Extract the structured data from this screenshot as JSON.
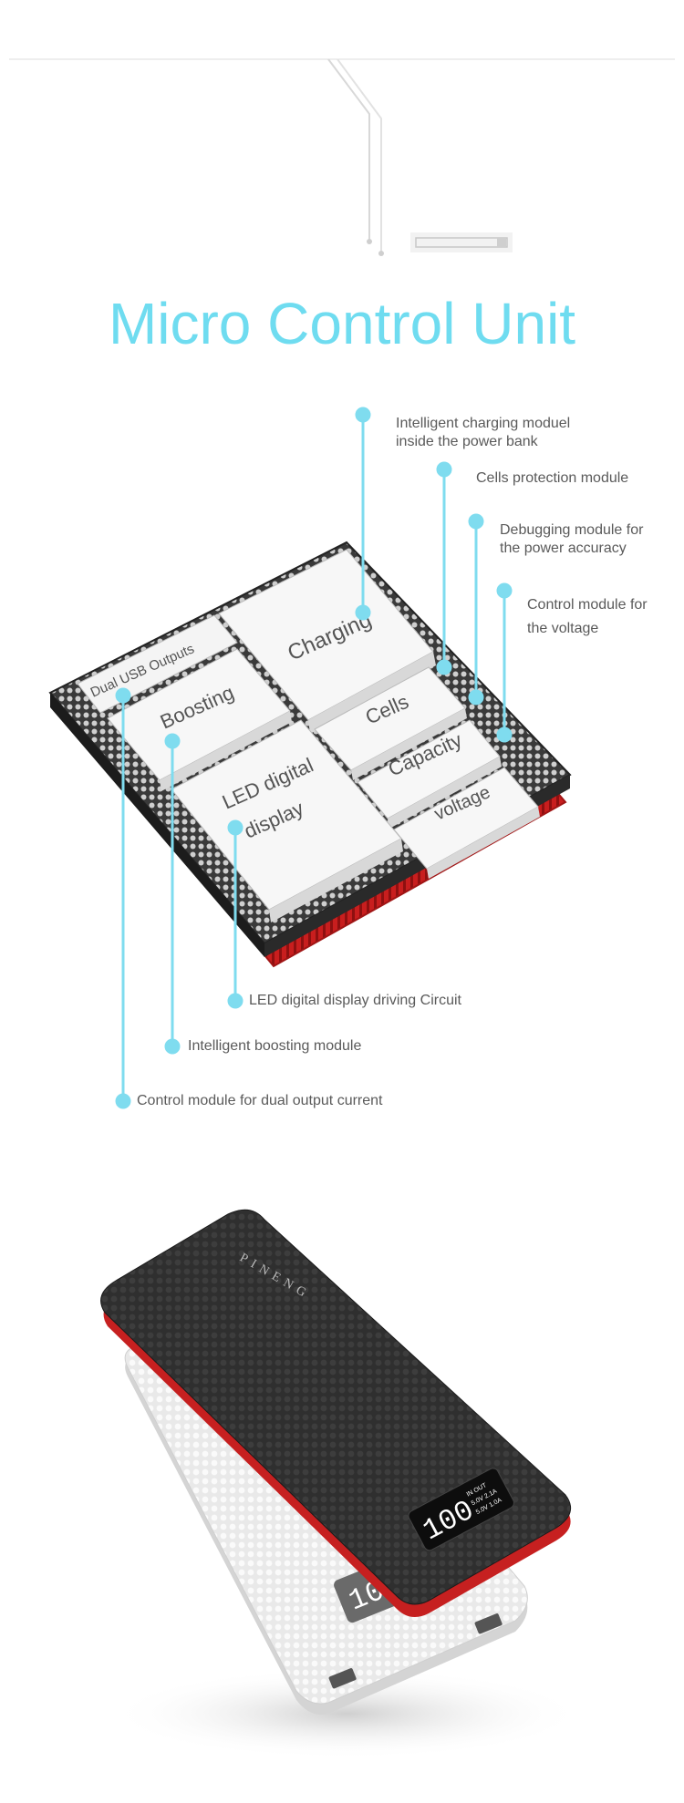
{
  "title": "Micro Control Unit",
  "accent_color": "#6fdcf0",
  "callouts_top": [
    "Intelligent charging moduel\ninside the power bank",
    "Cells protection module",
    "Debugging module for\nthe power accuracy",
    "Control module for\n the  voltage"
  ],
  "callouts_bottom": [
    "LED digital display driving Circuit",
    "Intelligent boosting module",
    "Control module for dual output current"
  ],
  "chip_modules": {
    "dual_usb": "Dual USB Outputs",
    "boosting": "Boosting",
    "charging": "Charging",
    "cells": "Cells",
    "capacity": "Capacity",
    "voltage": "voltage",
    "led_line1": "LED digital",
    "led_line2": "display"
  },
  "product": {
    "brand": "PINENG",
    "display_value_black": "100",
    "display_value_white": "100",
    "display_text_lines": [
      "IN  OUT",
      "5.0V 2.1A",
      "5.0V 1.0A"
    ]
  }
}
